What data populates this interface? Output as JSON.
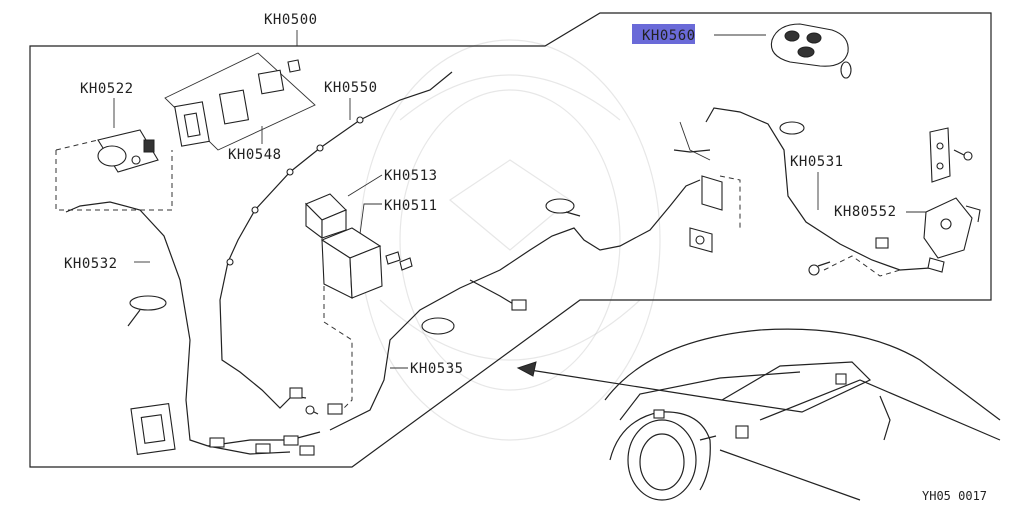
{
  "diagram": {
    "labels": {
      "kh0500": "KH0500",
      "kh0522": "KH0522",
      "kh0550": "KH0550",
      "kh0548": "KH0548",
      "kh0513": "KH0513",
      "kh0511": "KH0511",
      "kh0532": "KH0532",
      "kh0535": "KH0535",
      "kh0560": "KH0560",
      "kh0531": "KH0531",
      "kh80552": "KH80552"
    },
    "highlighted": "kh0560",
    "highlight_color": "#6a6ad8",
    "code": "YH05  0017"
  }
}
